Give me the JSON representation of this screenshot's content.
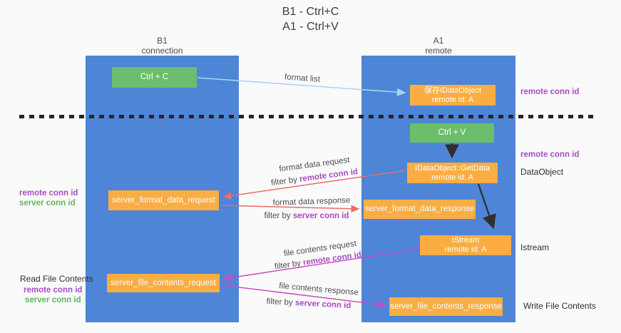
{
  "title": {
    "line1": "B1 - Ctrl+C",
    "line2": "A1 - Ctrl+V"
  },
  "lanes": {
    "left": {
      "name": "B1",
      "role": "connection"
    },
    "right": {
      "name": "A1",
      "role": "remote"
    }
  },
  "nodes": {
    "ctrl_c": {
      "label": "Ctrl + C"
    },
    "ctrl_v": {
      "label": "Ctrl + V"
    },
    "save_dataobject": {
      "line1": "保存IDataObject",
      "line2": "remote id: A"
    },
    "getdata": {
      "line1": "IDataObject::GetData",
      "line2": "remote id: A"
    },
    "istream": {
      "line1": "IStream",
      "line2": "remote id: A"
    },
    "server_format_data_request": {
      "label": "server_format_data_request"
    },
    "server_format_data_response": {
      "label": "server_format_data_response"
    },
    "server_file_contents_request": {
      "label": "server_file_contents_request"
    },
    "server_file_contents_response": {
      "label": "server_file_contents_response"
    }
  },
  "edges": {
    "format_list": {
      "label": "format list"
    },
    "format_data_request": {
      "label": "format data request",
      "filter_prefix": "filter by ",
      "filter_key": "remote conn id"
    },
    "format_data_response": {
      "label": "format data response",
      "filter_prefix": "filter by ",
      "filter_key": "server conn id"
    },
    "file_contents_request": {
      "label": "file contents request",
      "filter_prefix": "filter by ",
      "filter_key": "remote conn id"
    },
    "file_contents_response": {
      "label": "file contents response",
      "filter_prefix": "filter by ",
      "filter_key": "server conn id"
    }
  },
  "annotations": {
    "right_top_remote_conn_id": "remote conn id",
    "right_mid_remote_conn_id": "remote conn id",
    "dataobject": "DataObject",
    "istream": "Istream",
    "write_file_contents": "Write File Contents",
    "left_format_remote_conn_id": "remote conn id",
    "left_format_server_conn_id": "server conn id",
    "read_file_contents": "Read File Contents",
    "left_file_remote_conn_id": "remote conn id",
    "left_file_server_conn_id": "server conn id"
  },
  "colors": {
    "lane_blue": "#4e85d6",
    "box_green": "#6cbe6c",
    "box_orange": "#f9ad42",
    "purple": "#a64dc1",
    "green_label": "#5db75d",
    "red_arrow": "#ec6b6b",
    "magenta_arrow": "#cb4dc6",
    "blue_arrow": "#a9d4f2",
    "black_arrow": "#2e2e2e"
  }
}
